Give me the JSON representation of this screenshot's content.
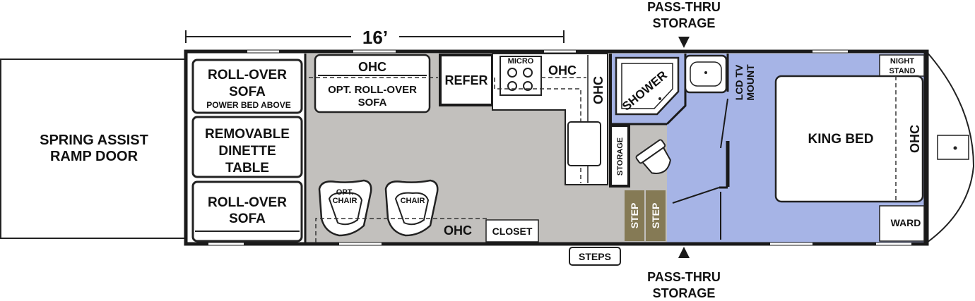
{
  "dimension": "16’",
  "ramp": {
    "line1": "SPRING ASSIST",
    "line2": "RAMP DOOR"
  },
  "sofa_front": {
    "line1": "ROLL-OVER",
    "line2": "SOFA",
    "note": "POWER BED ABOVE"
  },
  "dinette": {
    "line1": "REMOVABLE",
    "line2": "DINETTE",
    "line3": "TABLE"
  },
  "sofa_rear": {
    "line1": "ROLL-OVER",
    "line2": "SOFA"
  },
  "ohc": "OHC",
  "opt_sofa": {
    "line1": "OPT. ROLL-OVER",
    "line2": "SOFA"
  },
  "refer": "REFER",
  "micro": "MICRO",
  "opt_chair": {
    "line1": "OPT.",
    "line2": "CHAIR"
  },
  "chair": "CHAIR",
  "closet": "CLOSET",
  "steps": "STEPS",
  "storage": "STORAGE",
  "step": "STEP",
  "shower": "SHOWER",
  "lcd": {
    "line1": "LCD TV",
    "line2": "MOUNT"
  },
  "night_stand": {
    "line1": "NIGHT",
    "line2": "STAND"
  },
  "king_bed": "KING BED",
  "ward": "WARD",
  "pass_thru_top": {
    "line1": "PASS-THRU",
    "line2": "STORAGE"
  },
  "pass_thru_bottom": {
    "line1": "PASS-THRU",
    "line2": "STORAGE"
  },
  "colors": {
    "living_floor": "#c2c0bd",
    "bedroom_floor": "#a6b4e6",
    "step": "#857a55",
    "walls": "#1a1a1a"
  }
}
